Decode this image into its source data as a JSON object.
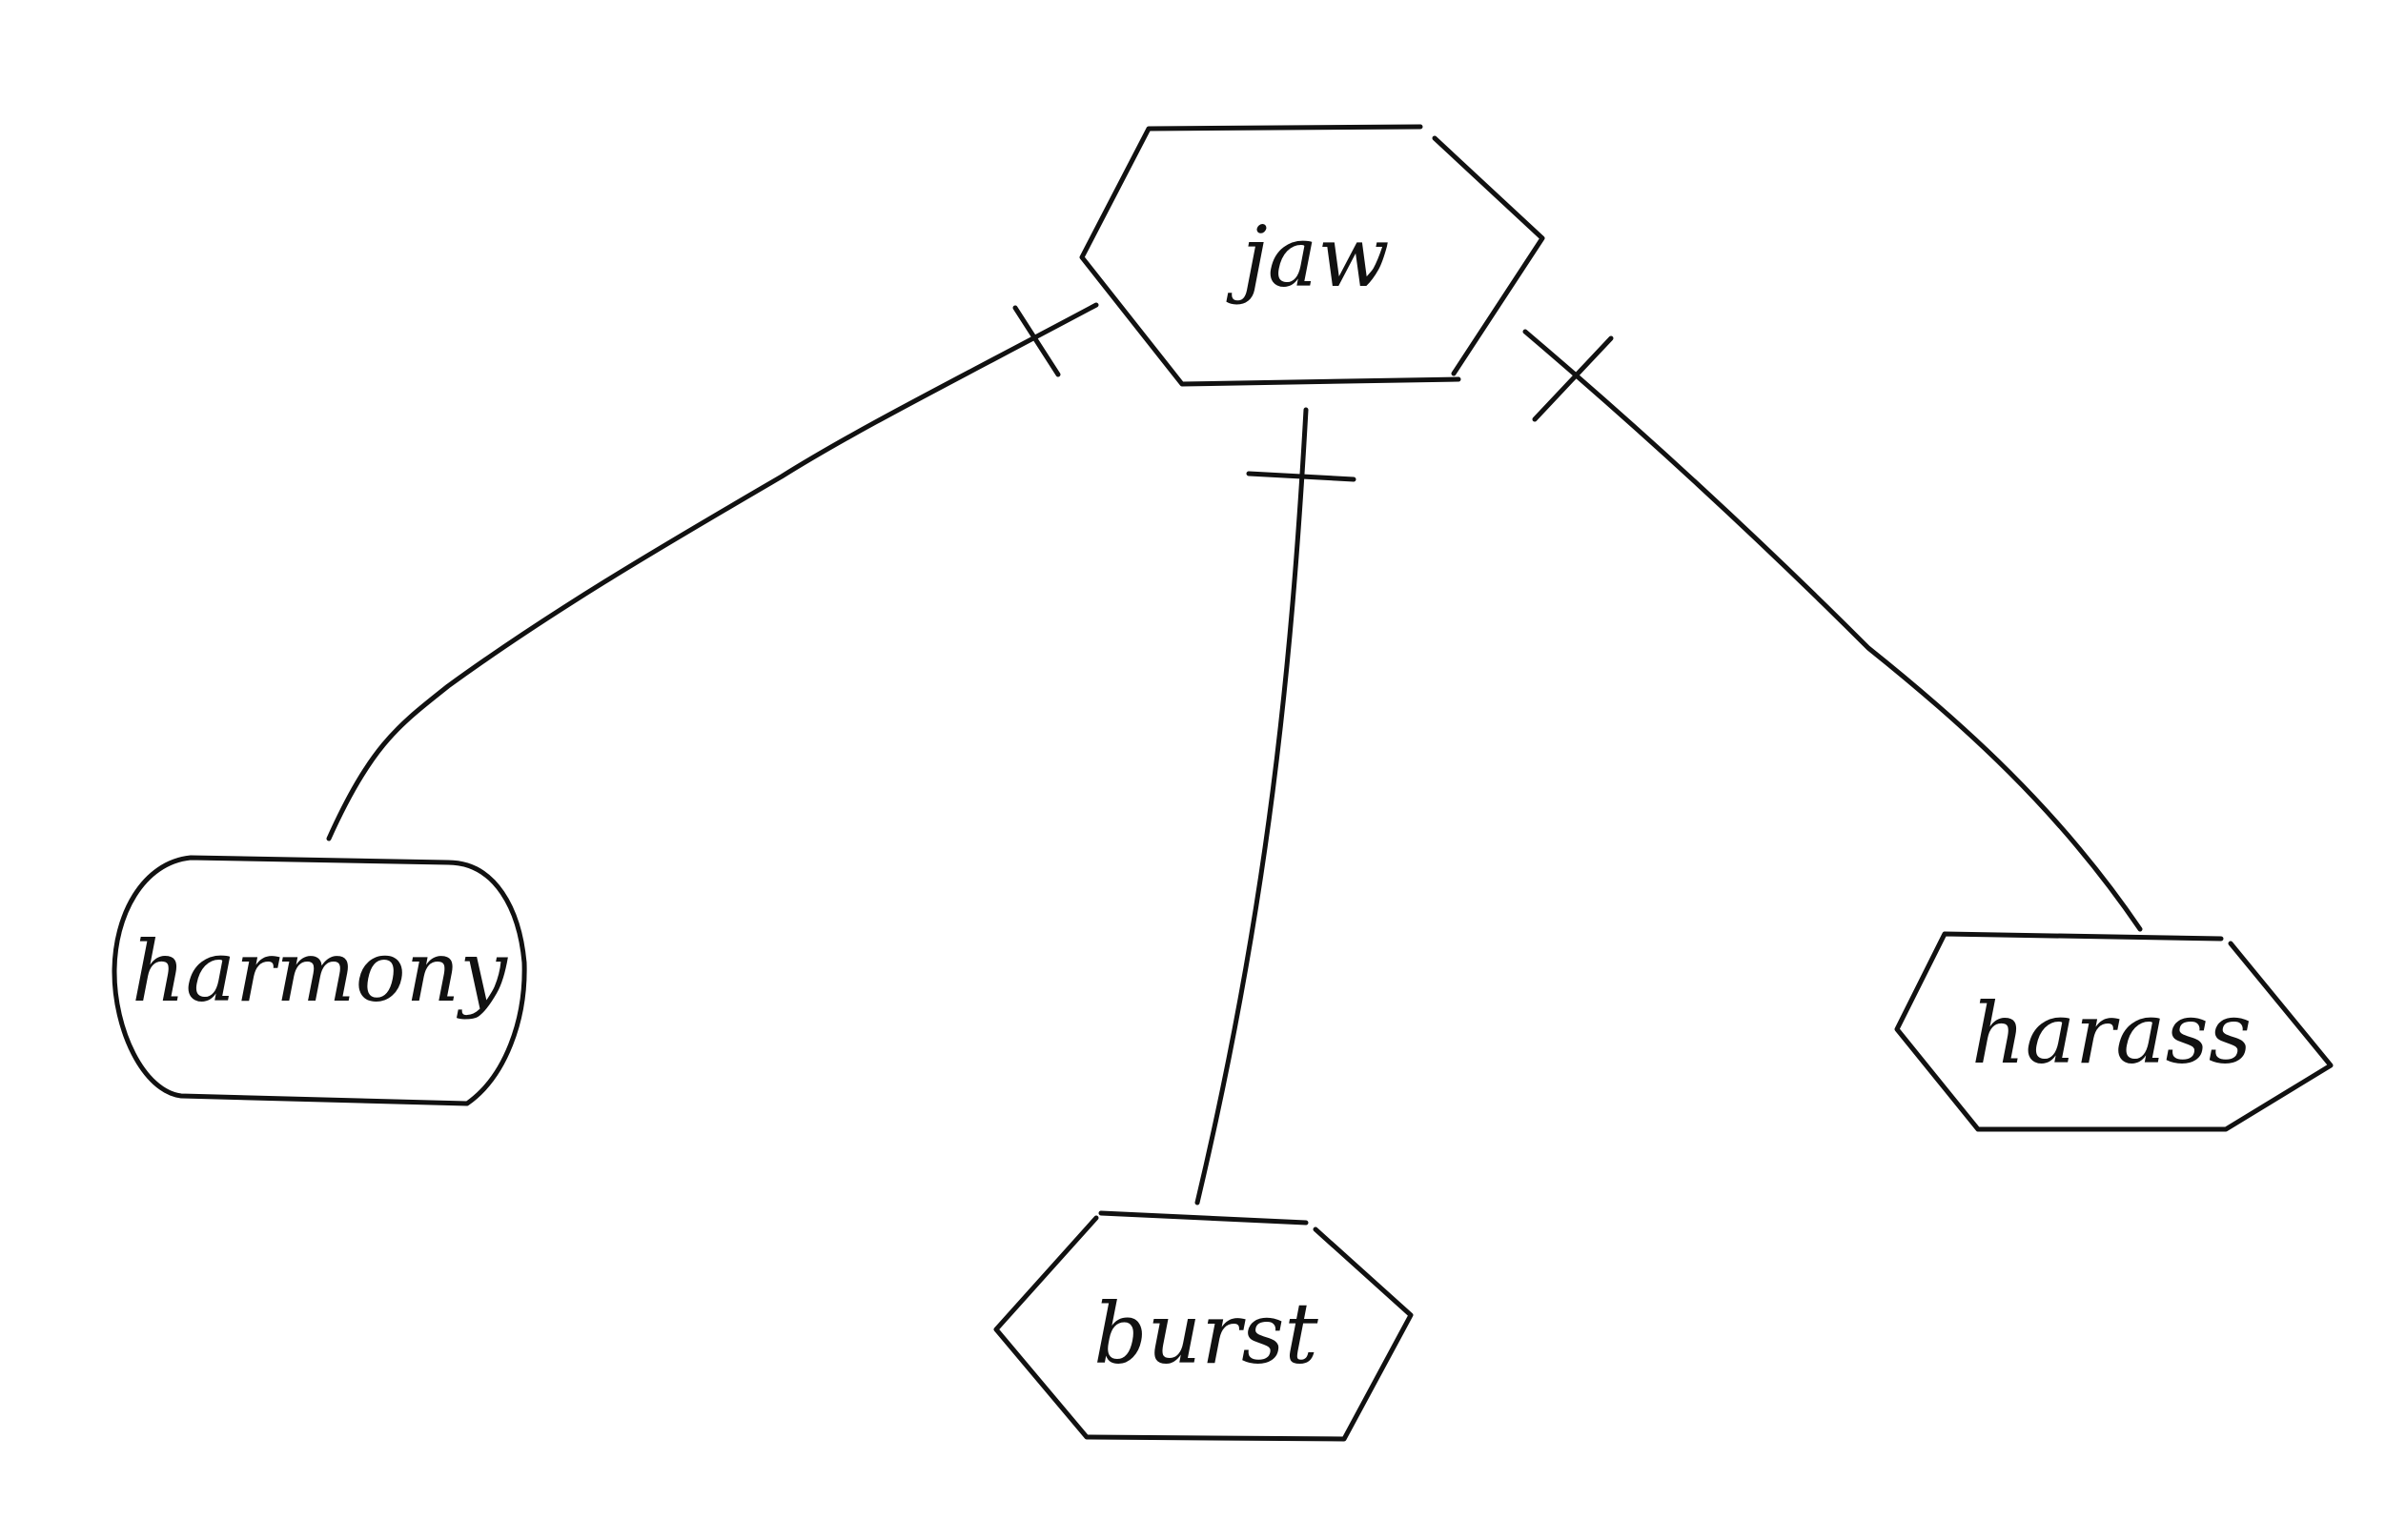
{
  "diagram": {
    "nodes": [
      {
        "id": "jaw",
        "label": "jaw",
        "shape": "hexagon"
      },
      {
        "id": "harmony",
        "label": "harmony",
        "shape": "rounded-rectangle"
      },
      {
        "id": "burst",
        "label": "burst",
        "shape": "hexagon"
      },
      {
        "id": "harass",
        "label": "harass",
        "shape": "hexagon"
      }
    ],
    "edges": [
      {
        "from": "jaw",
        "to": "harmony",
        "end_marker_at_jaw": "bar"
      },
      {
        "from": "jaw",
        "to": "burst",
        "end_marker_at_jaw": "bar"
      },
      {
        "from": "jaw",
        "to": "harass",
        "end_marker_at_jaw": "bar"
      }
    ],
    "colors": {
      "ink": "#111111",
      "background": "#ffffff"
    }
  }
}
